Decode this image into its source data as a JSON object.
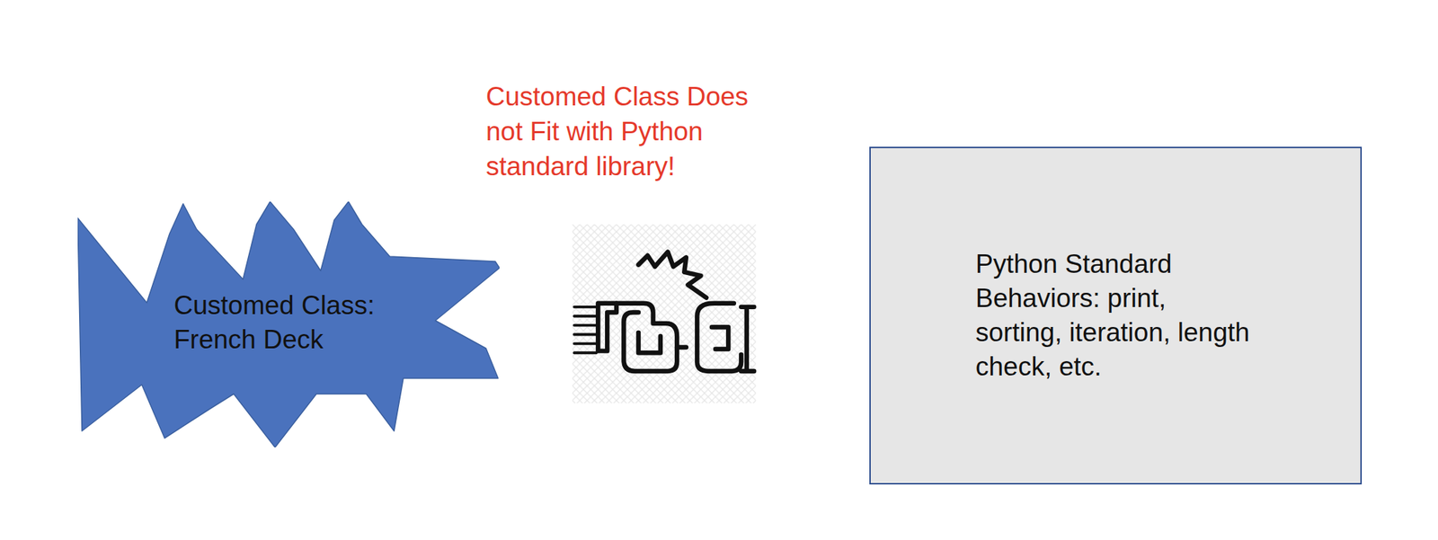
{
  "diagram": {
    "nodes": [
      {
        "text": [
          "Customed Class: French Deck"
        ]
      },
      {
        "text": [
          "Python Standard Behaviors: print, sorting, iteration, length check, etc."
        ]
      }
    ],
    "labels": [
      "Customed Class Does not Fit with Python standard library!"
    ]
  }
}
